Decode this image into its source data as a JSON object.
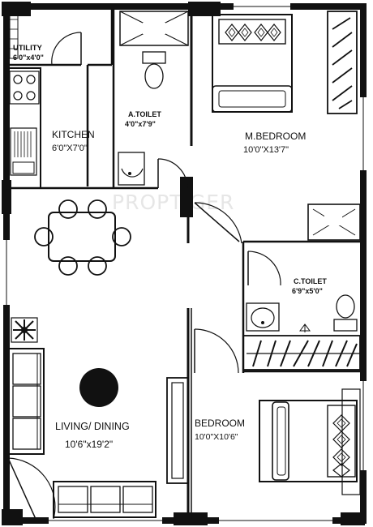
{
  "watermark": "PROPTIGER",
  "rooms": {
    "utility": {
      "name": "UTILITY",
      "size": "6'0\"x4'0\""
    },
    "kitchen": {
      "name": "KITCHEN",
      "size": "6'0\"X7'0\""
    },
    "a_toilet": {
      "name": "A.TOILET",
      "size": "4'0\"x7'9\""
    },
    "m_bedroom": {
      "name": "M.BEDROOM",
      "size": "10'0\"X13'7\""
    },
    "c_toilet": {
      "name": "C.TOILET",
      "size": "6'9\"x5'0\""
    },
    "living": {
      "name": "LIVING/ DINING",
      "size": "10'6\"x19'2\""
    },
    "bedroom": {
      "name": "BEDROOM",
      "size": "10'0\"X10'6\""
    }
  },
  "colors": {
    "line": "#111111",
    "background": "#ffffff",
    "watermark": "#e6e6e6"
  }
}
